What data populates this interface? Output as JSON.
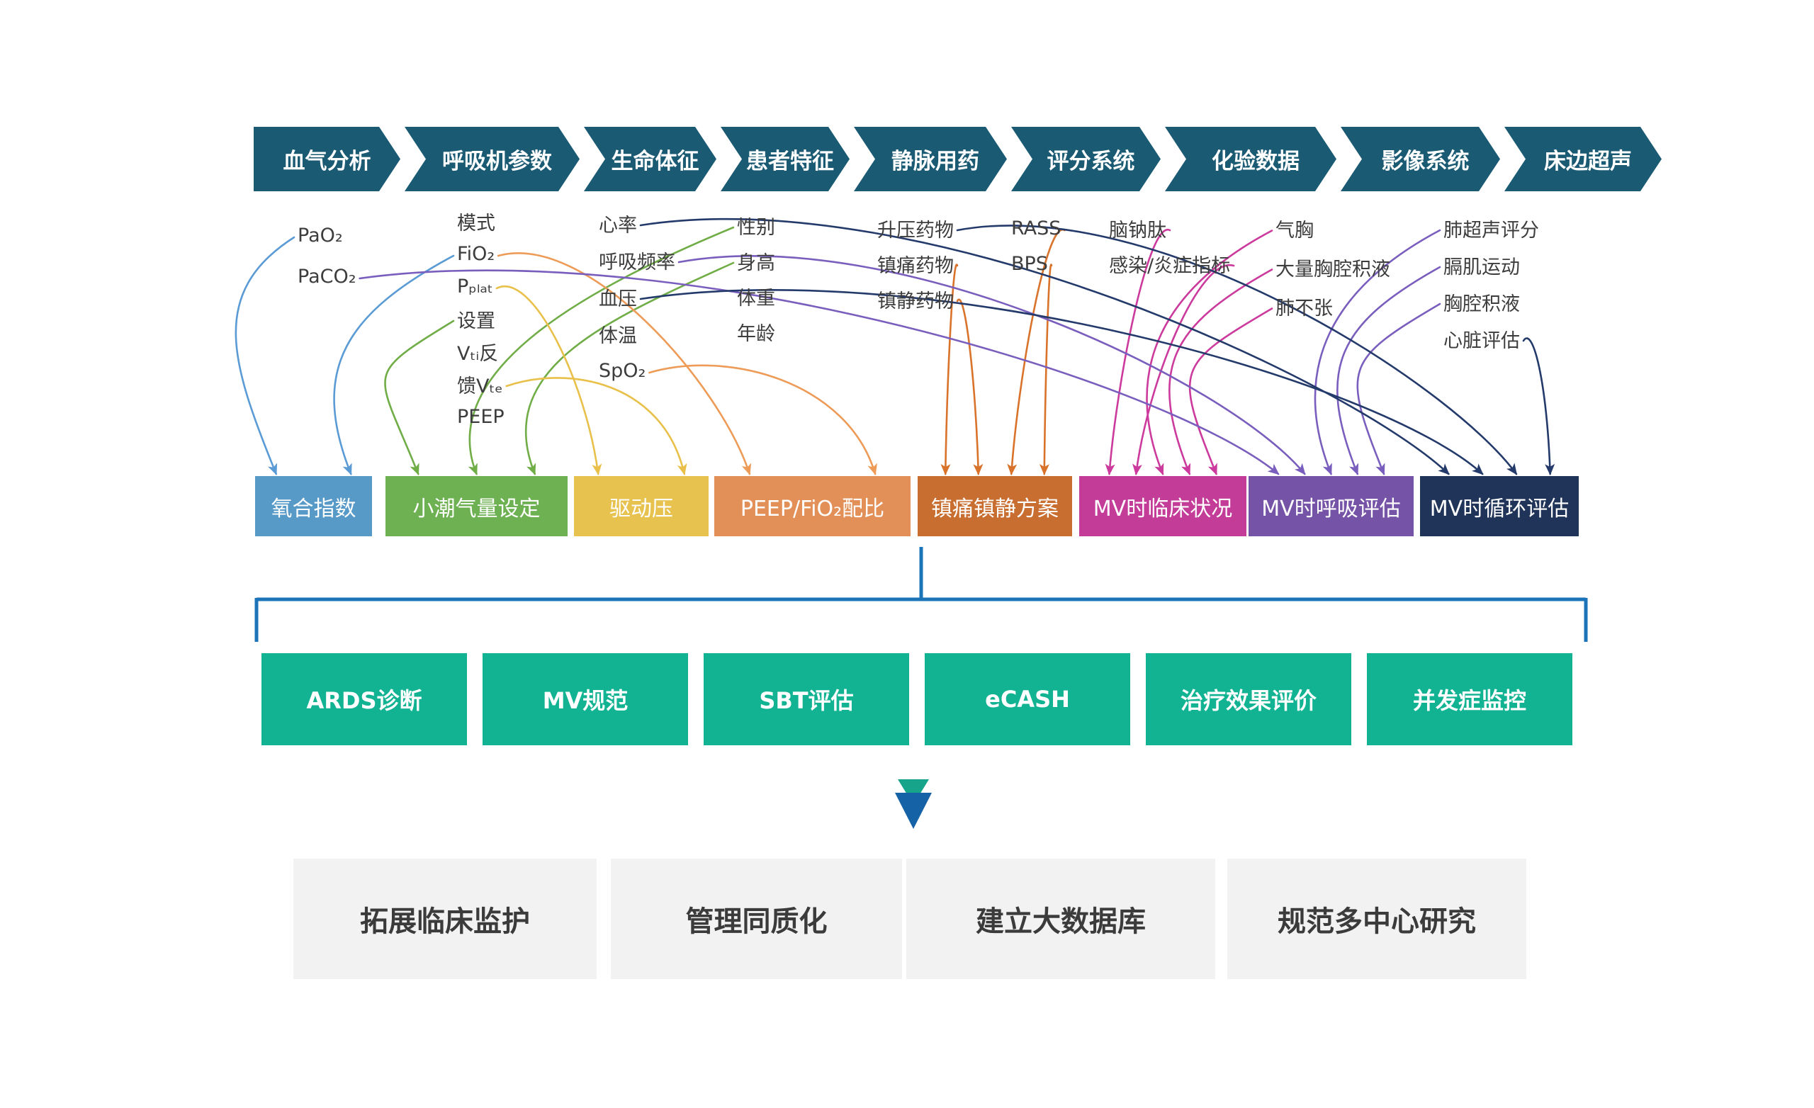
{
  "diagram": {
    "source_categories": [
      {
        "id": "cat-blood-gas",
        "label": "血气分析",
        "items": [
          {
            "id": "pao2",
            "label": "PaO₂"
          },
          {
            "id": "paco2",
            "label": "PaCO₂"
          }
        ]
      },
      {
        "id": "cat-ventilator",
        "label": "呼吸机参数",
        "items": [
          {
            "id": "moshi",
            "label": "模式"
          },
          {
            "id": "fio2",
            "label": "FiO₂"
          },
          {
            "id": "pplat",
            "label": "Pₚₗₐₜ"
          },
          {
            "id": "shezhi",
            "label": "设置"
          },
          {
            "id": "vti",
            "label": "Vₜᵢ反"
          },
          {
            "id": "vte",
            "label": "馈Vₜₑ"
          },
          {
            "id": "peep",
            "label": "PEEP"
          }
        ]
      },
      {
        "id": "cat-vitals",
        "label": "生命体征",
        "items": [
          {
            "id": "xinlv",
            "label": "心率"
          },
          {
            "id": "huxipinlv",
            "label": "呼吸频率"
          },
          {
            "id": "xueya",
            "label": "血压"
          },
          {
            "id": "tiwen",
            "label": "体温"
          },
          {
            "id": "spo2",
            "label": "SpO₂"
          }
        ]
      },
      {
        "id": "cat-patient",
        "label": "患者特征",
        "items": [
          {
            "id": "xingbie",
            "label": "性别"
          },
          {
            "id": "shengao",
            "label": "身高"
          },
          {
            "id": "tizhong",
            "label": "体重"
          },
          {
            "id": "nianling",
            "label": "年龄"
          }
        ]
      },
      {
        "id": "cat-iv-drugs",
        "label": "静脉用药",
        "items": [
          {
            "id": "shengya",
            "label": "升压药物"
          },
          {
            "id": "zhentong",
            "label": "镇痛药物"
          },
          {
            "id": "zhenjing",
            "label": "镇静药物"
          }
        ]
      },
      {
        "id": "cat-scores",
        "label": "评分系统",
        "items": [
          {
            "id": "rass",
            "label": "RASS"
          },
          {
            "id": "bps",
            "label": "BPS"
          }
        ]
      },
      {
        "id": "cat-lab",
        "label": "化验数据",
        "items": [
          {
            "id": "naonatai",
            "label": "脑钠肽"
          },
          {
            "id": "ganran",
            "label": "感染/炎症指标"
          }
        ]
      },
      {
        "id": "cat-imaging",
        "label": "影像系统",
        "items": [
          {
            "id": "qixiong",
            "label": "气胸"
          },
          {
            "id": "daliang",
            "label": "大量胸腔积液"
          },
          {
            "id": "feibuzhang",
            "label": "肺不张"
          }
        ]
      },
      {
        "id": "cat-ultrasound",
        "label": "床边超声",
        "items": [
          {
            "id": "feichaosheng",
            "label": "肺超声评分"
          },
          {
            "id": "geji",
            "label": "膈肌运动"
          },
          {
            "id": "xiongqiang",
            "label": "胸腔积液"
          },
          {
            "id": "xinzang",
            "label": "心脏评估"
          }
        ]
      }
    ],
    "derived_boxes": [
      {
        "id": "box-oxygenation",
        "label": "氧合指数",
        "color": "#579AC7"
      },
      {
        "id": "box-tidal",
        "label": "小潮气量设定",
        "color": "#6EB152"
      },
      {
        "id": "box-driving",
        "label": "驱动压",
        "color": "#E7C24E"
      },
      {
        "id": "box-peepfio2",
        "label": "PEEP/FiO₂配比",
        "color": "#E29058"
      },
      {
        "id": "box-sedation",
        "label": "镇痛镇静方案",
        "color": "#C96E31"
      },
      {
        "id": "box-clinical",
        "label": "MV时临床状况",
        "color": "#C23C98"
      },
      {
        "id": "box-respiratory",
        "label": "MV时呼吸评估",
        "color": "#7553A6"
      },
      {
        "id": "box-circulation",
        "label": "MV时循环评估",
        "color": "#20345A"
      }
    ],
    "application_boxes": [
      {
        "label": "ARDS诊断"
      },
      {
        "label": "MV规范"
      },
      {
        "label": "SBT评估"
      },
      {
        "label": "eCASH"
      },
      {
        "label": "治疗效果评价"
      },
      {
        "label": "并发症监控"
      }
    ],
    "goal_boxes": [
      {
        "label": "拓展临床监护"
      },
      {
        "label": "管理同质化"
      },
      {
        "label": "建立大数据库"
      },
      {
        "label": "规范多中心研究"
      }
    ],
    "connections": [
      {
        "from": "pao2",
        "to": "box-oxygenation",
        "color": "blue"
      },
      {
        "from": "fio2",
        "to": "box-oxygenation",
        "color": "blue"
      },
      {
        "from": "shezhi",
        "to": "box-tidal",
        "color": "green"
      },
      {
        "from": "xingbie",
        "to": "box-tidal",
        "color": "green"
      },
      {
        "from": "shengao",
        "to": "box-tidal",
        "color": "green"
      },
      {
        "from": "pplat",
        "to": "box-driving",
        "color": "yellow"
      },
      {
        "from": "vte",
        "to": "box-driving",
        "color": "yellow"
      },
      {
        "from": "fio2",
        "to": "box-peepfio2",
        "color": "orange"
      },
      {
        "from": "spo2",
        "to": "box-peepfio2",
        "color": "orange"
      },
      {
        "from": "zhentong",
        "to": "box-sedation",
        "color": "darkorange"
      },
      {
        "from": "zhenjing",
        "to": "box-sedation",
        "color": "darkorange"
      },
      {
        "from": "rass",
        "to": "box-sedation",
        "color": "darkorange"
      },
      {
        "from": "bps",
        "to": "box-sedation",
        "color": "darkorange"
      },
      {
        "from": "naonatai",
        "to": "box-clinical",
        "color": "magenta"
      },
      {
        "from": "ganran",
        "to": "box-clinical",
        "color": "magenta"
      },
      {
        "from": "qixiong",
        "to": "box-clinical",
        "color": "magenta"
      },
      {
        "from": "daliang",
        "to": "box-clinical",
        "color": "magenta"
      },
      {
        "from": "feibuzhang",
        "to": "box-clinical",
        "color": "magenta"
      },
      {
        "from": "paco2",
        "to": "box-respiratory",
        "color": "purple"
      },
      {
        "from": "huxipinlv",
        "to": "box-respiratory",
        "color": "purple"
      },
      {
        "from": "feichaosheng",
        "to": "box-respiratory",
        "color": "purple"
      },
      {
        "from": "geji",
        "to": "box-respiratory",
        "color": "purple"
      },
      {
        "from": "xiongqiang",
        "to": "box-respiratory",
        "color": "purple"
      },
      {
        "from": "xinlv",
        "to": "box-circulation",
        "color": "navy"
      },
      {
        "from": "xueya",
        "to": "box-circulation",
        "color": "navy"
      },
      {
        "from": "shengya",
        "to": "box-circulation",
        "color": "navy"
      },
      {
        "from": "xinzang",
        "to": "box-circulation",
        "color": "navy"
      }
    ],
    "arrow_colors": {
      "blue": "#5B9BD5",
      "green": "#70AD47",
      "yellow": "#E8C04A",
      "orange": "#ED9B57",
      "darkorange": "#D9732B",
      "magenta": "#CB3A9C",
      "purple": "#7A5EBE",
      "navy": "#243A6B"
    },
    "accents": {
      "chevron": "#1A5A73",
      "application": "#12B392",
      "bracket": "#1B74B8",
      "goal_bg": "#F2F2F2",
      "arrow_down_top": "#16A58A",
      "arrow_down_bottom": "#1562A6"
    }
  }
}
